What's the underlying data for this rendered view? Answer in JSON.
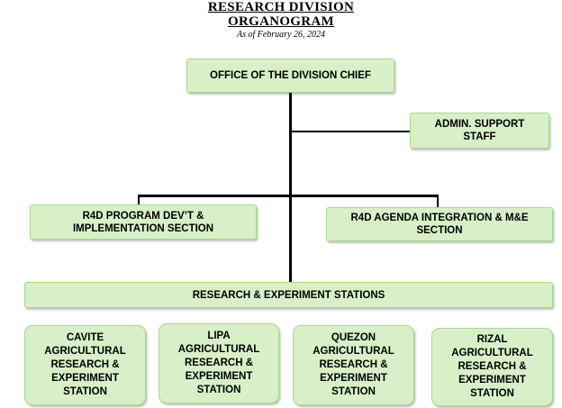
{
  "header": {
    "title_line1": "RESEARCH DIVISION",
    "title_line2": "ORGANOGRAM",
    "subtitle": "As of February 26, 2024"
  },
  "nodes": {
    "division_chief": "OFFICE OF THE DIVISION CHIEF",
    "admin_support_line1": "ADMIN. SUPPORT",
    "admin_support_line2": "STAFF",
    "r4d_program_line1": "R4D PROGRAM DEV’T &",
    "r4d_program_line2": "IMPLEMENTATION SECTION",
    "r4d_agenda_line1": "R4D AGENDA INTEGRATION & M&E",
    "r4d_agenda_line2": "SECTION",
    "stations_header": "RESEARCH & EXPERIMENT STATIONS"
  },
  "stations": [
    {
      "l1": "CAVITE",
      "l2": "AGRICULTURAL",
      "l3": "RESEARCH &",
      "l4": "EXPERIMENT",
      "l5": "STATION"
    },
    {
      "l1": "LIPA",
      "l2": "AGRICULTURAL",
      "l3": "RESEARCH &",
      "l4": "EXPERIMENT",
      "l5": "STATION"
    },
    {
      "l1": "QUEZON",
      "l2": "AGRICULTURAL",
      "l3": "RESEARCH &",
      "l4": "EXPERIMENT",
      "l5": "STATION"
    },
    {
      "l1": "RIZAL",
      "l2": "AGRICULTURAL",
      "l3": "RESEARCH &",
      "l4": "EXPERIMENT",
      "l5": "STATION"
    }
  ]
}
